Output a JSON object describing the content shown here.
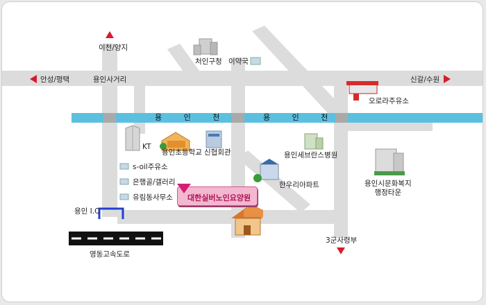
{
  "map": {
    "colors": {
      "road": "#dcdcdc",
      "stream": "#5bc0e0",
      "stream_crossing": "#a9a9a9",
      "arrow": "#d81b2a",
      "expressway": "#111111",
      "ic_marker": "#1f3fcf",
      "callout_fill": "#f3b8cf",
      "callout_text": "#b0135a"
    },
    "directions": {
      "north": "이천/양지",
      "west": "안성/평택",
      "east": "신갈/수원",
      "south": "3군사령부"
    },
    "roads": {
      "intersection": "용인사거리",
      "expressway": "영동고속도로",
      "interchange": "용인 I.C"
    },
    "stream": {
      "left_label": "용 인 천",
      "right_label": "용 인 천"
    },
    "landmarks": {
      "cheoin_office": "처인구청",
      "pharmacy": "이약국",
      "aurora_gas": "오로라주유소",
      "kt": "KT",
      "elementary": "용인초등학교",
      "credit_union": "신협회관",
      "severance": "용인세브란스병원",
      "welfare_town": "용인시문화복지\n행정타운",
      "apartment": "한우리아파트",
      "soil_gas": "s-oil주유소",
      "eunhaeng": "은행골/갤러리",
      "yuchung": "유림동사무소"
    },
    "destination": "대한실버노인요양원"
  }
}
